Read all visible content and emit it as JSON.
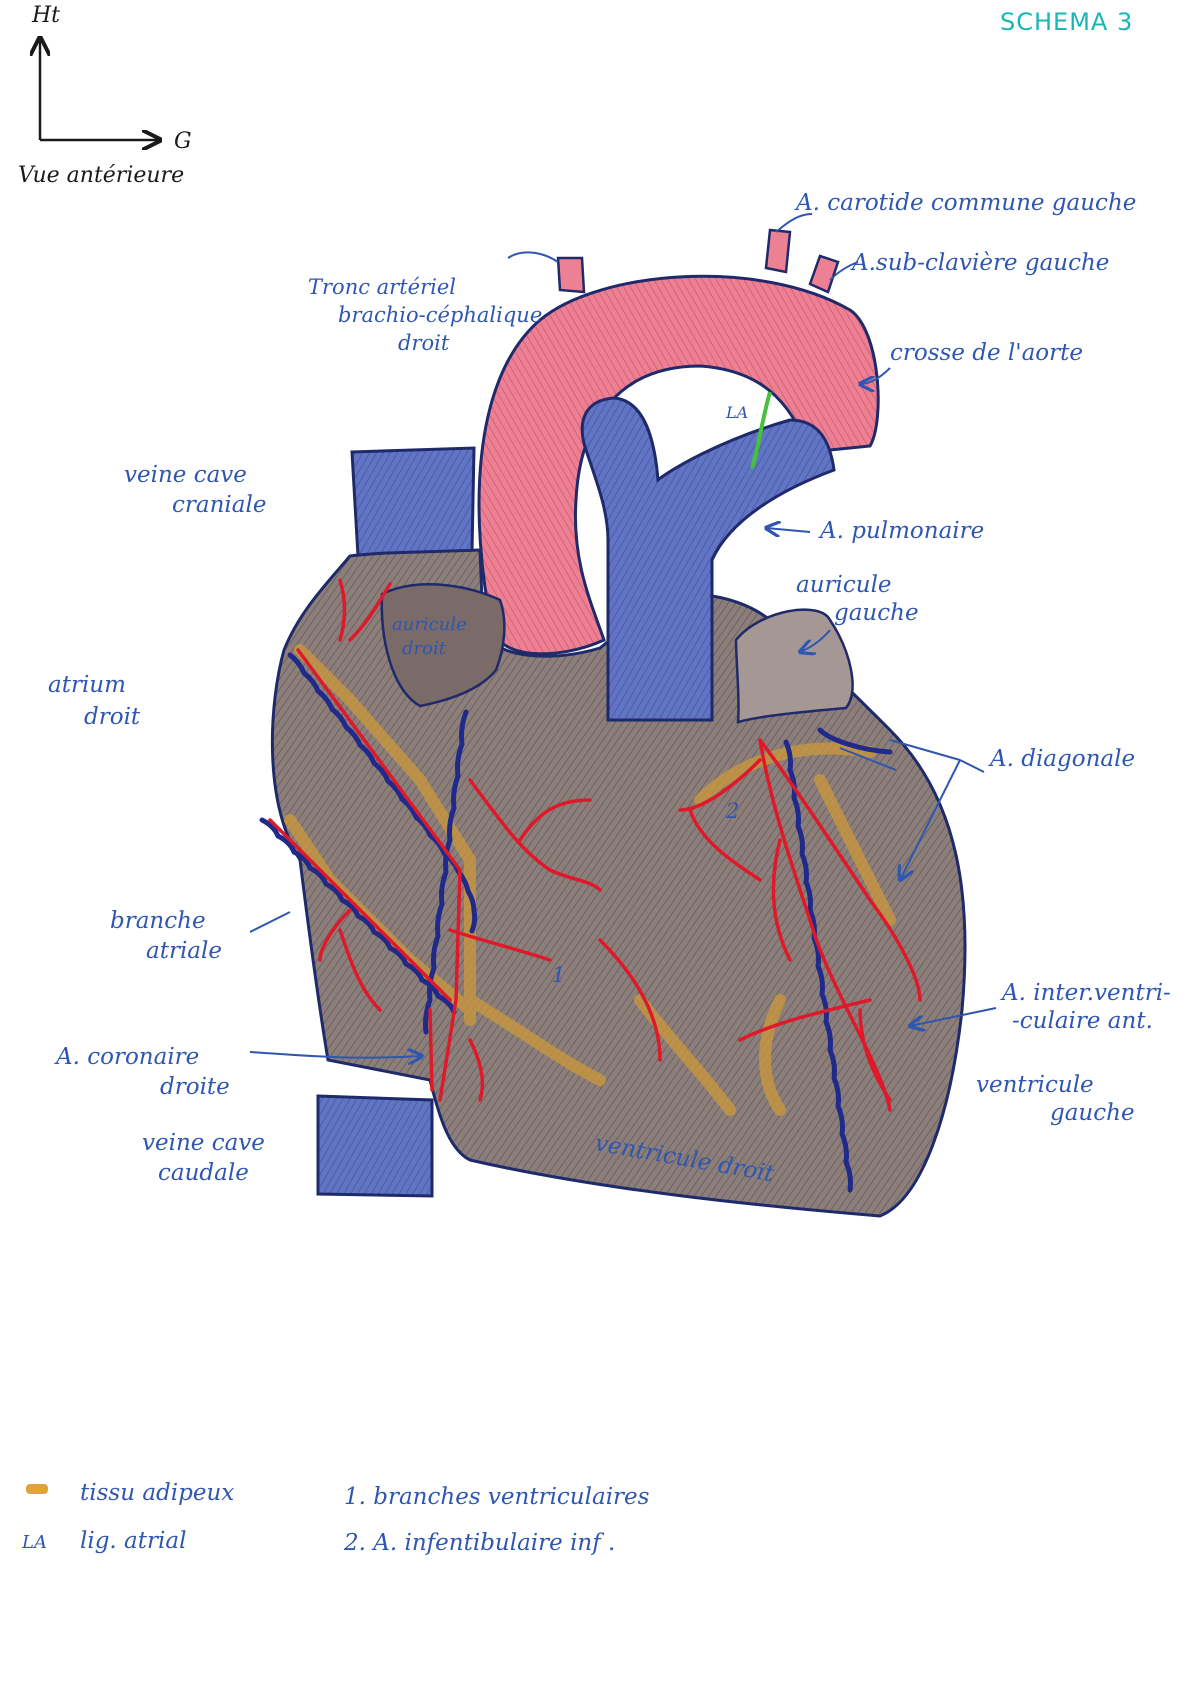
{
  "title": "SCHEMA 3",
  "orientation": {
    "up": "Ht",
    "left": "G",
    "view": "Vue antérieure"
  },
  "labels": {
    "carotide": "A. carotide commune gauche",
    "subclaviere": "A.sub-clavière gauche",
    "tronc_line1": "Tronc artériel",
    "tronc_line2": "brachio-céphalique",
    "tronc_line3": "droit",
    "crosse": "crosse de l'aorte",
    "la": "LA",
    "veine_cave_cran_1": "veine cave",
    "veine_cave_cran_2": "craniale",
    "pulmonaire": "A. pulmonaire",
    "auricule_g_1": "auricule",
    "auricule_g_2": "gauche",
    "auricule_d_1": "auricule",
    "auricule_d_2": "droit",
    "atrium_1": "atrium",
    "atrium_2": "droit",
    "diagonale": "A. diagonale",
    "num_2": "2",
    "num_1": "1",
    "branche_1": "branche",
    "branche_2": "atriale",
    "interventri_1": "A. inter.ventri-",
    "interventri_2": "-culaire ant.",
    "coronaire_1": "A. coronaire",
    "coronaire_2": "droite",
    "ventricule_g_1": "ventricule",
    "ventricule_g_2": "gauche",
    "veine_cave_caud_1": "veine cave",
    "veine_cave_caud_2": "caudale",
    "ventricule_d": "ventricule droit"
  },
  "legend": [
    {
      "key": "",
      "text": "tissu adipeux",
      "swatch_color": "#e0a33c"
    },
    {
      "key": "LA",
      "text": "lig. atrial"
    },
    {
      "key": "",
      "text": "1. branches ventriculaires"
    },
    {
      "key": "",
      "text": "2. A. infentibulaire inf ."
    }
  ],
  "colors": {
    "aorta": "#e8788c",
    "vessel_blue": "#5a6fbf",
    "heart_brown": "#8a7c78",
    "artery_red": "#e0192a",
    "vein_navy": "#1f2a8a",
    "fat": "#c8963e",
    "ligament": "#44c33a",
    "label_blue": "#2f56b0"
  }
}
